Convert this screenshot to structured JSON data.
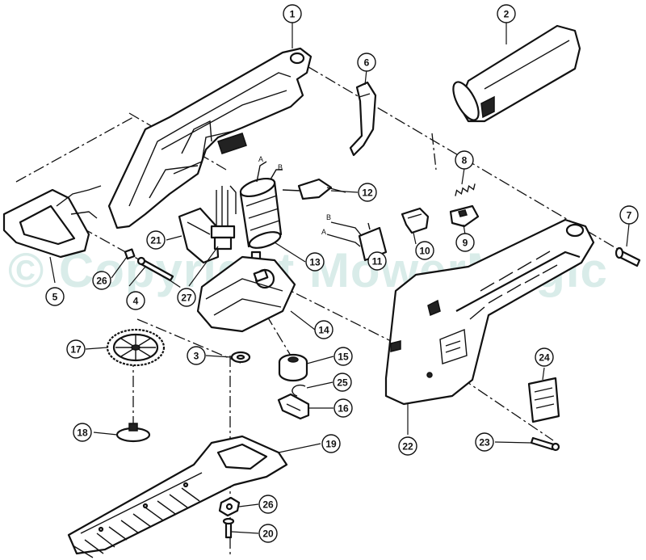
{
  "watermark": "© Copyright MowerMagic",
  "wire_labels": [
    "A",
    "B",
    "B",
    "A"
  ],
  "callouts": [
    {
      "id": "1",
      "label": "1"
    },
    {
      "id": "2",
      "label": "2"
    },
    {
      "id": "3",
      "label": "3"
    },
    {
      "id": "4",
      "label": "4"
    },
    {
      "id": "5",
      "label": "5"
    },
    {
      "id": "6",
      "label": "6"
    },
    {
      "id": "7",
      "label": "7"
    },
    {
      "id": "8",
      "label": "8"
    },
    {
      "id": "9",
      "label": "9"
    },
    {
      "id": "10",
      "label": "10"
    },
    {
      "id": "11",
      "label": "11"
    },
    {
      "id": "12",
      "label": "12"
    },
    {
      "id": "13",
      "label": "13"
    },
    {
      "id": "14",
      "label": "14"
    },
    {
      "id": "15",
      "label": "15"
    },
    {
      "id": "16",
      "label": "16"
    },
    {
      "id": "17",
      "label": "17"
    },
    {
      "id": "18",
      "label": "18"
    },
    {
      "id": "19",
      "label": "19"
    },
    {
      "id": "20",
      "label": "20"
    },
    {
      "id": "21",
      "label": "21"
    },
    {
      "id": "22",
      "label": "22"
    },
    {
      "id": "23",
      "label": "23"
    },
    {
      "id": "24",
      "label": "24"
    },
    {
      "id": "25",
      "label": "25"
    },
    {
      "id": "26a",
      "label": "26"
    },
    {
      "id": "26b",
      "label": "26"
    },
    {
      "id": "27",
      "label": "27"
    }
  ]
}
